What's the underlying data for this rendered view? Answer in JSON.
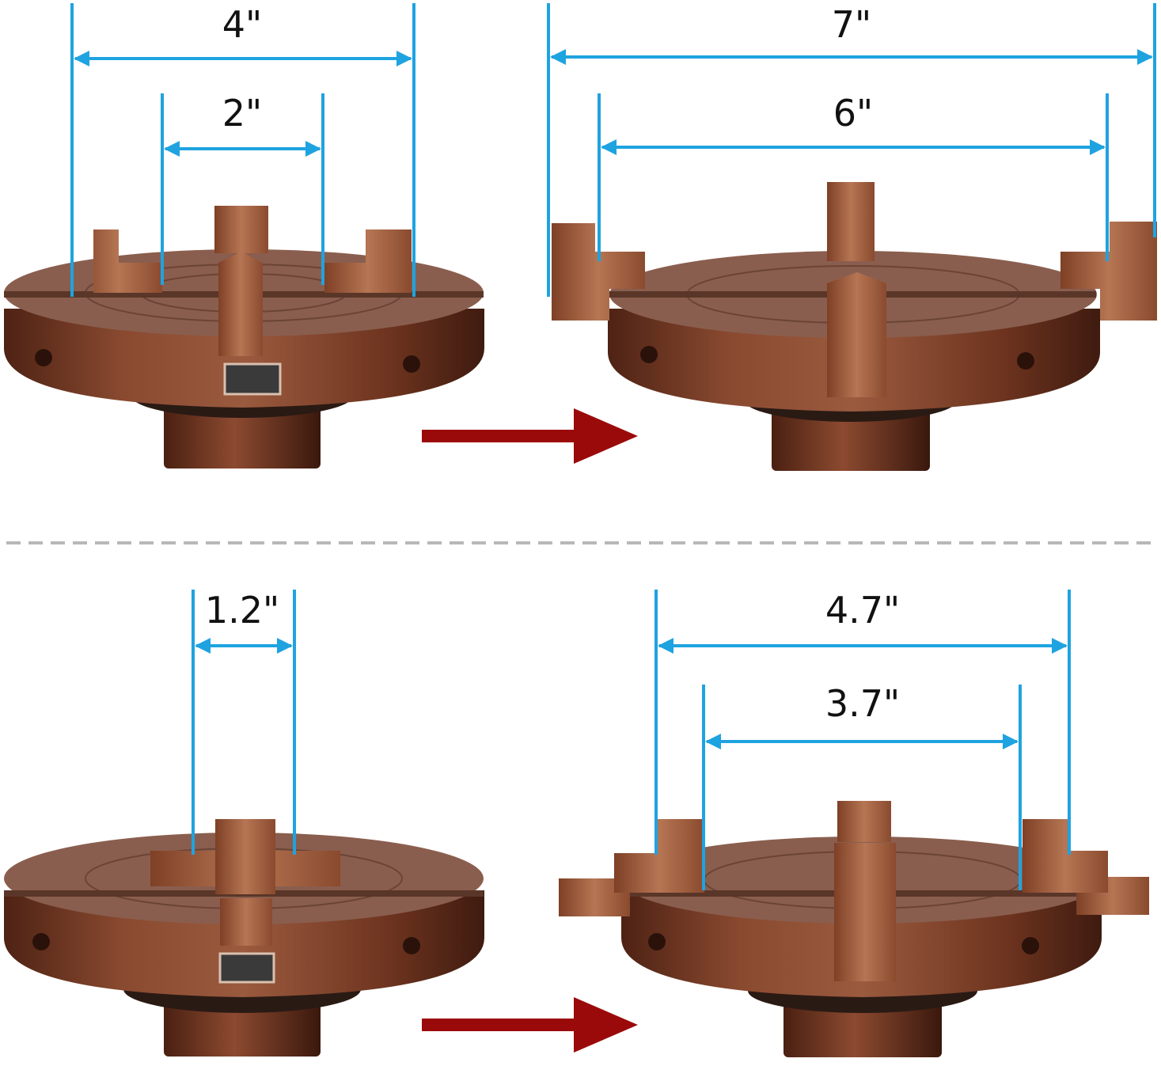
{
  "panels": [
    {
      "state": "closed",
      "measurements": [
        {
          "label": "4\""
        },
        {
          "label": "2\""
        }
      ]
    },
    {
      "state": "open",
      "measurements": [
        {
          "label": "7\""
        },
        {
          "label": "6\""
        }
      ]
    },
    {
      "state": "closed",
      "measurements": [
        {
          "label": "1.2\""
        }
      ]
    },
    {
      "state": "open",
      "measurements": [
        {
          "label": "4.7\""
        },
        {
          "label": "3.7\""
        }
      ]
    }
  ],
  "colors": {
    "dimension_line": "#1fa3e0",
    "arrow": "#9b0a0a",
    "separator": "#b8b8b8",
    "chuck_body": "#7a3a22",
    "chuck_face": "#8a5a48",
    "jaw": "#a8674a"
  },
  "icons": [
    "right-arrow-icon"
  ]
}
